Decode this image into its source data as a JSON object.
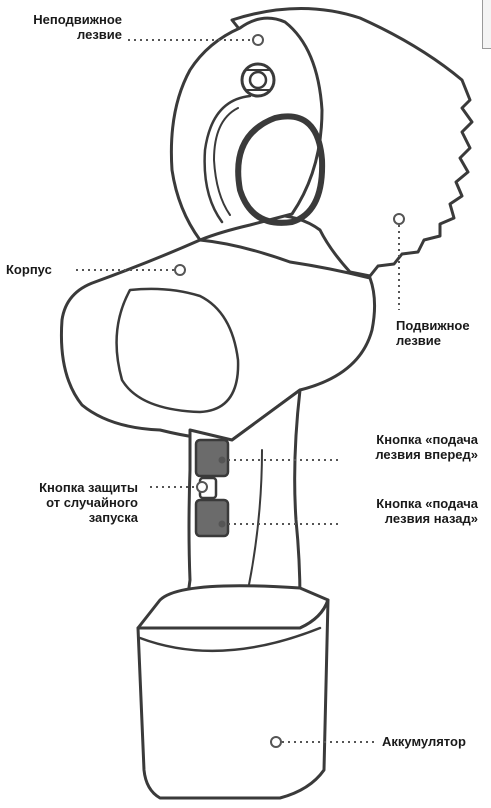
{
  "labels": {
    "fixed_blade": [
      "Неподвижное",
      "лезвие"
    ],
    "housing": [
      "Корпус"
    ],
    "moving_blade": [
      "Подвижное",
      "лезвие"
    ],
    "forward_button": [
      "Кнопка «подача",
      "лезвия вперед»"
    ],
    "safety_button": [
      "Кнопка защиты",
      "от случайного",
      "запуска"
    ],
    "reverse_button": [
      "Кнопка «подача",
      "лезвия назад»"
    ],
    "battery": [
      "Аккумулятор"
    ]
  },
  "colors": {
    "outline": "#3a3a3a",
    "body_fill": "#ffffff",
    "button_fill": "#6b6b6b",
    "callout": "#555555",
    "text": "#1a1a1a"
  }
}
